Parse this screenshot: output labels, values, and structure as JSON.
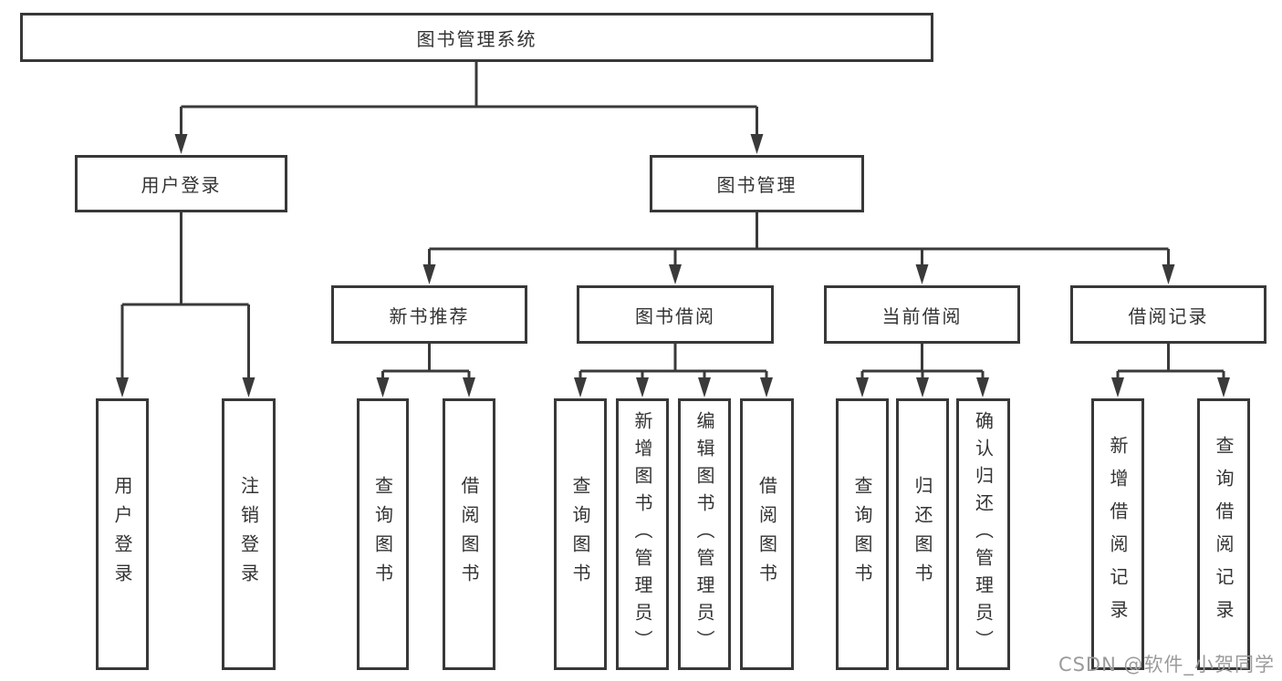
{
  "diagram": {
    "root": {
      "label": "图书管理系统",
      "children": [
        {
          "label": "用户登录",
          "children": [
            {
              "label": "用户登录"
            },
            {
              "label": "注销登录"
            }
          ]
        },
        {
          "label": "图书管理",
          "children": [
            {
              "label": "新书推荐",
              "children": [
                {
                  "label": "查询图书"
                },
                {
                  "label": "借阅图书"
                }
              ]
            },
            {
              "label": "图书借阅",
              "children": [
                {
                  "label": "查询图书"
                },
                {
                  "label": "新增图书（管理员）"
                },
                {
                  "label": "编辑图书（管理员）"
                },
                {
                  "label": "借阅图书"
                }
              ]
            },
            {
              "label": "当前借阅",
              "children": [
                {
                  "label": "查询图书"
                },
                {
                  "label": "归还图书"
                },
                {
                  "label": "确认归还（管理员）"
                }
              ]
            },
            {
              "label": "借阅记录",
              "children": [
                {
                  "label": "新增借阅记录"
                },
                {
                  "label": "查询借阅记录"
                }
              ]
            }
          ]
        }
      ]
    },
    "watermark": "CSDN @软件_小贺同学",
    "colors": {
      "line": "#3a3a3a",
      "border": "#383838",
      "text": "#333333",
      "watermark": "#9b9b9b",
      "background": "#ffffff"
    }
  }
}
